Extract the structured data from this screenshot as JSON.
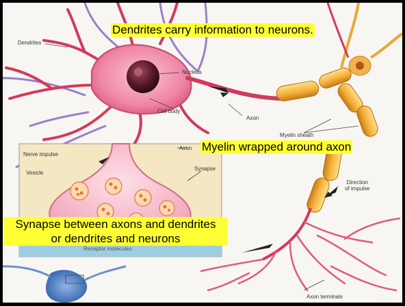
{
  "callouts": {
    "dendrites": "Dendrites carry information to neurons.",
    "myelin": "Myelin wrapped around axon",
    "synapse_line1": "Synapse between axons and dendrites",
    "synapse_line2": "or dendrites and neurons"
  },
  "labels": {
    "dendrites": "Dendrites",
    "nucleus": "Nucleus",
    "cell_body": "Cell body",
    "axon": "Axon",
    "myelin_sheath": "Myelin sheath",
    "direction_line1": "Direction",
    "direction_line2": "of impulse",
    "nerve_impulse": "Nerve impulse",
    "inset_axon": "Axon",
    "vesicle": "Vesicle",
    "synapse": "Synapse",
    "receptor_molecules": "Receptor molecules",
    "axon_terminals": "Axon terminals"
  },
  "colors": {
    "callout_bg": "#ffff33",
    "cell_body": "#f08aa8",
    "nucleus": "#5a1a2a",
    "myelin": "#f5b13c",
    "dendrite_purple": "#9a7fc7",
    "frame": "#000000"
  }
}
